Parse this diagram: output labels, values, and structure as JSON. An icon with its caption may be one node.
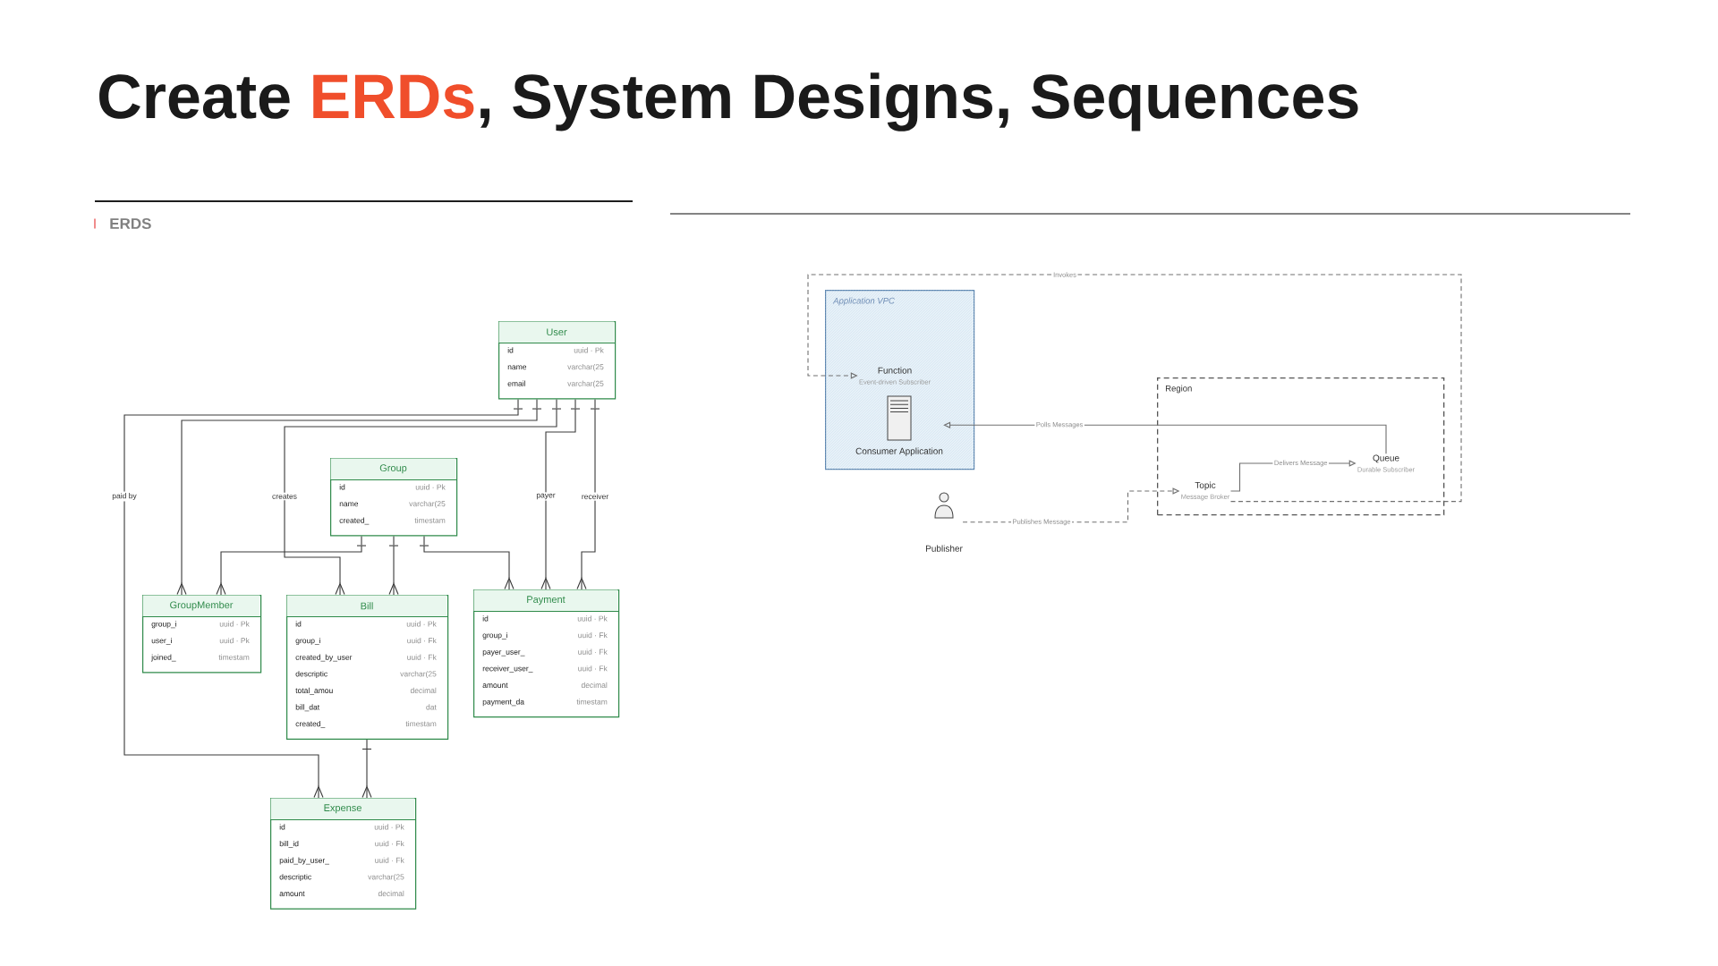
{
  "diagram": {
    "title": "Create **ERDs**, System Designs, Sequences",
    "nodes": [
      {
        "text": [
          "User",
          "id",
          "uuid · Pk",
          "name",
          "varchar(25",
          "email",
          "varchar(25"
        ]
      },
      {
        "text": [
          "Group",
          "id",
          "uuid · Pk",
          "name",
          "varchar(25",
          "created_",
          "timestam"
        ]
      },
      {
        "text": [
          "GroupMember",
          "group_i",
          "uuid · Pk",
          "user_i",
          "uuid · Pk",
          "joined_",
          "timestam"
        ]
      },
      {
        "text": [
          "Bill",
          "id",
          "uuid · Pk",
          "group_i",
          "uuid · Fk",
          "created_by_user",
          "uuid · Fk",
          "descriptic",
          "varchar(25",
          "total_amou",
          "decimal",
          "bill_dat",
          "dat",
          "created_",
          "timestam"
        ]
      },
      {
        "text": [
          "Payment",
          "id",
          "uuid · Pk",
          "group_i",
          "uuid · Fk",
          "payer_user_",
          "uuid · Fk",
          "receiver_user_",
          "uuid · Fk",
          "amount",
          "decimal",
          "payment_da",
          "timestam"
        ]
      },
      {
        "text": [
          "Expense",
          "id",
          "uuid · Pk",
          "bill_id",
          "uuid · Fk",
          "paid_by_user_",
          "uuid · Fk",
          "descriptic",
          "varchar(25",
          "amount",
          "decimal"
        ]
      },
      {
        "text": [
          "Application VPC"
        ]
      },
      {
        "text": [
          "Function",
          "Event-driven Subscriber"
        ],
        "in": 6
      },
      {
        "text": [
          "Consumer Application"
        ],
        "in": 6
      },
      {
        "text": [
          "Region"
        ]
      },
      {
        "text": [
          "Topic",
          "Message Broker"
        ],
        "in": 9
      },
      {
        "text": [
          "Queue",
          "Durable Subscriber"
        ],
        "in": 9
      },
      {
        "text": [
          "Publisher"
        ]
      }
    ],
    "edges": [
      {
        "from": 0,
        "to": 5,
        "arrow": "other",
        "label": "paid by"
      },
      {
        "from": 0,
        "to": 2,
        "arrow": "other"
      },
      {
        "from": 0,
        "to": 3,
        "arrow": "other",
        "label": "creates"
      },
      {
        "from": 0,
        "to": 4,
        "arrow": "other",
        "label": "payer"
      },
      {
        "from": 0,
        "to": 4,
        "arrow": "other",
        "label": "receiver"
      },
      {
        "from": 1,
        "to": 2,
        "arrow": "other"
      },
      {
        "from": 1,
        "to": 3,
        "arrow": "other"
      },
      {
        "from": 1,
        "to": 4,
        "arrow": "other"
      },
      {
        "from": 3,
        "to": 5,
        "arrow": "other"
      },
      {
        "from": 10,
        "to": 7,
        "arrow": "to",
        "label": "Invokes",
        "style": "dashed",
        "color": "#707070"
      },
      {
        "from": 11,
        "to": 8,
        "arrow": "to",
        "label": "Polls Messages",
        "color": "#707070"
      },
      {
        "from": 12,
        "to": 10,
        "arrow": "to",
        "label": "Publishes Message",
        "style": "dashed",
        "color": "#707070"
      },
      {
        "from": 10,
        "to": 11,
        "arrow": "to",
        "label": "Delivers Message",
        "color": "#707070"
      }
    ],
    "labels": [
      "ERDS"
    ]
  }
}
